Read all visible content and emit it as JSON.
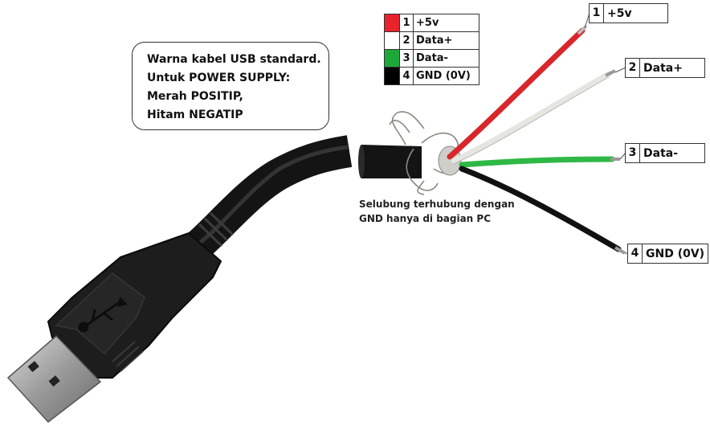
{
  "note": {
    "lines": [
      "Warna kabel USB standard.",
      "Untuk POWER SUPPLY:",
      "Merah POSITIP,",
      "Hitam NEGATIP"
    ]
  },
  "legend": [
    {
      "num": "1",
      "label": "+5v",
      "color": "#e8232b"
    },
    {
      "num": "2",
      "label": "Data+",
      "color": "#ffffff"
    },
    {
      "num": "3",
      "label": "Data-",
      "color": "#1fa83a"
    },
    {
      "num": "4",
      "label": "GND (0V)",
      "color": "#000000"
    }
  ],
  "tags": [
    {
      "num": "1",
      "label": "+5v"
    },
    {
      "num": "2",
      "label": "Data+"
    },
    {
      "num": "3",
      "label": "Data-"
    },
    {
      "num": "4",
      "label": "GND (0V)"
    }
  ],
  "shield_note": [
    "Selubung terhubung dengan",
    "GND hanya di bagian PC"
  ],
  "colors": {
    "cable": "#1a1a1a",
    "red_wire": "#d9262b",
    "white_wire": "#e6e6e1",
    "green_wire": "#2fb846",
    "black_wire": "#111111",
    "shield_braid": "#8a8a80"
  }
}
